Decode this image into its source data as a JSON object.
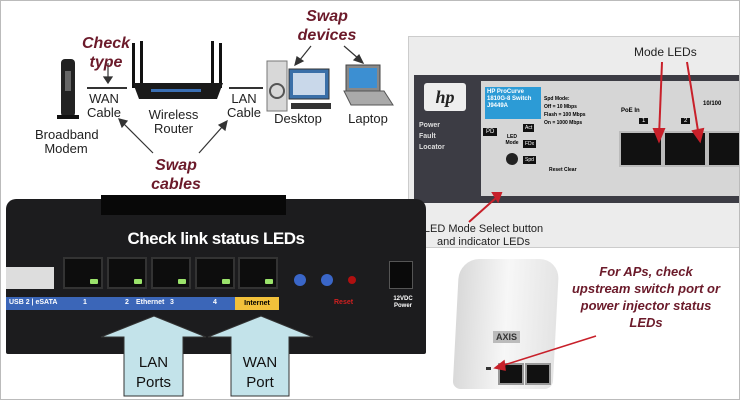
{
  "home_diagram": {
    "check_type": "Check type",
    "wan_cable": "WAN Cable",
    "wireless_router": "Wireless Router",
    "lan_cable": "LAN Cable",
    "desktop": "Desktop",
    "laptop": "Laptop",
    "broadband_modem": "Broadband Modem",
    "swap_devices": "Swap devices",
    "swap_cables": "Swap cables"
  },
  "switch_panel": {
    "mode_leds": "Mode LEDs",
    "brand": "hp",
    "model_label": "HP ProCurve 1810G-8 Switch J9449A",
    "power": "Power",
    "fault": "Fault",
    "locator": "Locator",
    "pd": "PD",
    "led_mode": "LED Mode",
    "act": "Act",
    "fdx": "FDx",
    "spd": "Spd",
    "spd_legend": [
      "Spd Mode:",
      "Off = 10 Mbps",
      "Flash = 100 Mbps",
      "On = 1000 Mbps"
    ],
    "poe_in": "PoE In",
    "port_labels": [
      "1",
      "2"
    ],
    "speed_label": "10/100",
    "reset_clear": "Reset  Clear",
    "callout": "LED Mode Select button and indicator LEDs"
  },
  "router_back": {
    "heading": "Check link status LEDs",
    "strip_labels": [
      "USB 2 | eSATA",
      "1",
      "2",
      "Ethernet",
      "3",
      "4"
    ],
    "internet": "Internet",
    "reset": "Reset",
    "power": "12VDC Power",
    "lan_ports": "LAN Ports",
    "wan_port": "WAN Port"
  },
  "injector": {
    "brand": "AXIS",
    "callout": "For APs, check upstream switch port or power injector status LEDs"
  },
  "colors": {
    "callout": "#6b1a2a",
    "arrow_fill": "#c3e3ea",
    "strip_blue": "#3b66b8",
    "internet_yellow": "#f2c13b",
    "arrow_red": "#c8202a"
  }
}
